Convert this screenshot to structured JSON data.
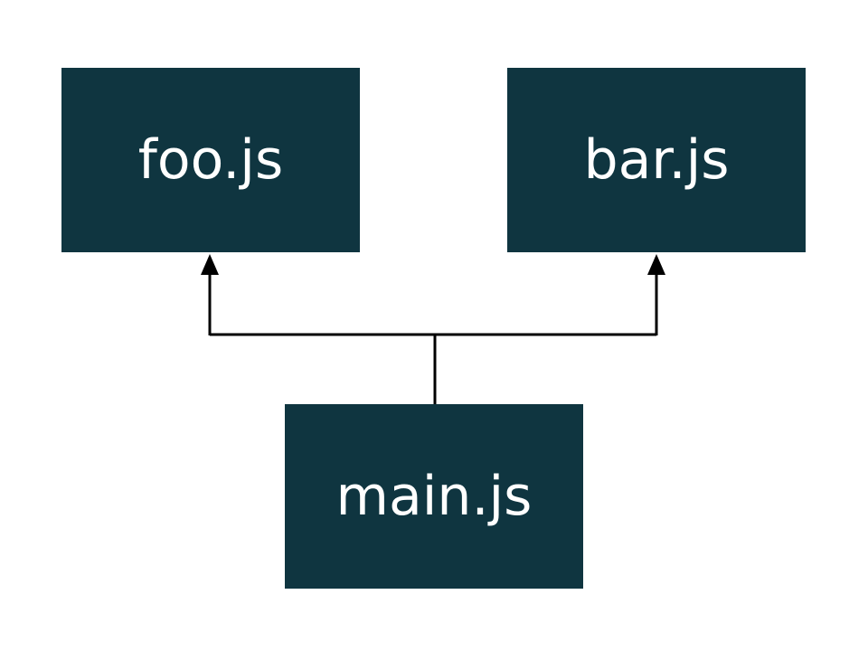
{
  "diagram": {
    "colors": {
      "node_fill": "#0f3540",
      "node_text": "#ffffff",
      "edge": "#000000",
      "background": "#ffffff"
    },
    "nodes": [
      {
        "id": "foo",
        "label": "foo.js"
      },
      {
        "id": "bar",
        "label": "bar.js"
      },
      {
        "id": "main",
        "label": "main.js"
      }
    ],
    "edges": [
      {
        "from": "main",
        "to": "foo"
      },
      {
        "from": "main",
        "to": "bar"
      }
    ]
  }
}
